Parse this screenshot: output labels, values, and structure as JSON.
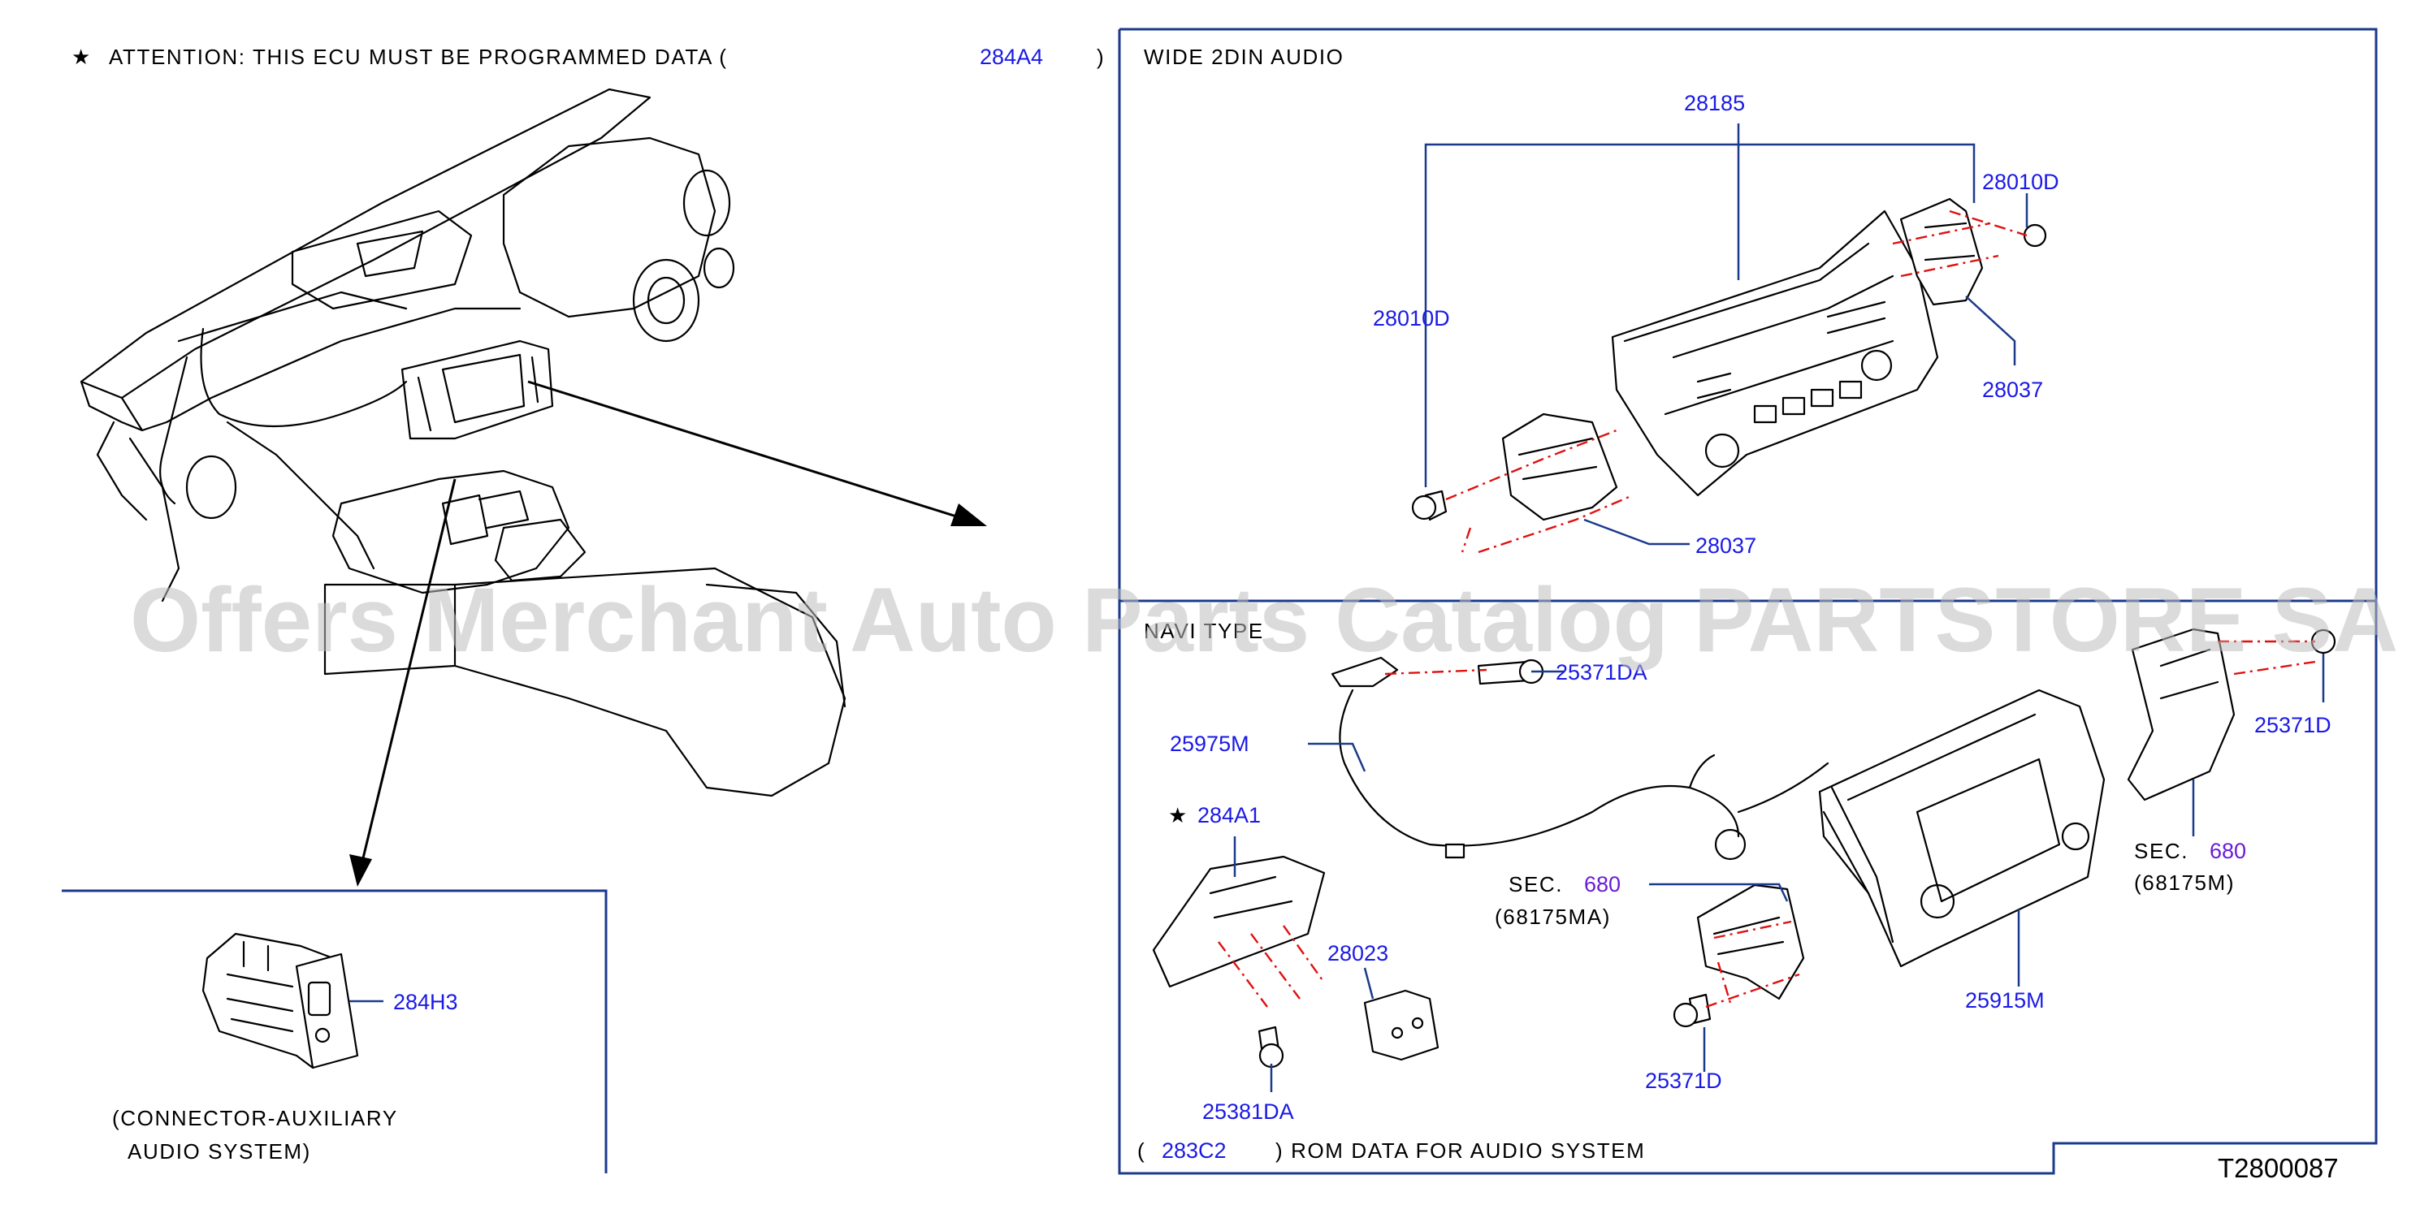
{
  "header": {
    "star": "★",
    "attention_prefix": "ATTENTION:  THIS  ECU  MUST  BE  PROGRAMMED  DATA  (",
    "attention_code": "284A4",
    "attention_close": ")"
  },
  "wide_section": {
    "title": "WIDE  2DIN  AUDIO",
    "labels": {
      "p28185": "28185",
      "p28010D_right": "28010D",
      "p28010D_left": "28010D",
      "p28037_right": "28037",
      "p28037_bottom": "28037"
    }
  },
  "navi_section": {
    "title": "NAVI  TYPE",
    "labels": {
      "p25371DA": "25371DA",
      "p25975M": "25975M",
      "p284A1": "284A1",
      "p284A1_star": "★",
      "p28023": "28023",
      "p25381DA": "25381DA",
      "p25371D_right": "25371D",
      "p25371D_bottom": "25371D",
      "p25915M": "25915M",
      "sec_left_prefix": "SEC.",
      "sec_left_num": "680",
      "sec_left_sub": "(68175MA)",
      "sec_right_prefix": "SEC.",
      "sec_right_num": "680",
      "sec_right_sub": "(68175M)"
    },
    "footer_open": "(",
    "footer_code": "283C2",
    "footer_text": ")  ROM  DATA  FOR  AUDIO  SYSTEM"
  },
  "connector_section": {
    "part_label": "284H3",
    "caption_line1": "(CONNECTOR-AUXILIARY",
    "caption_line2": "AUDIO  SYSTEM)"
  },
  "diagram_code": "T2800087",
  "watermark": "Offers Merchant Auto Parts Catalog PARTSTORE SA",
  "colors": {
    "part_number": "#1a1ae6",
    "section_ref": "#6a1bd8",
    "frame": "#1b3a8c",
    "fastener_path": "#e01010"
  }
}
